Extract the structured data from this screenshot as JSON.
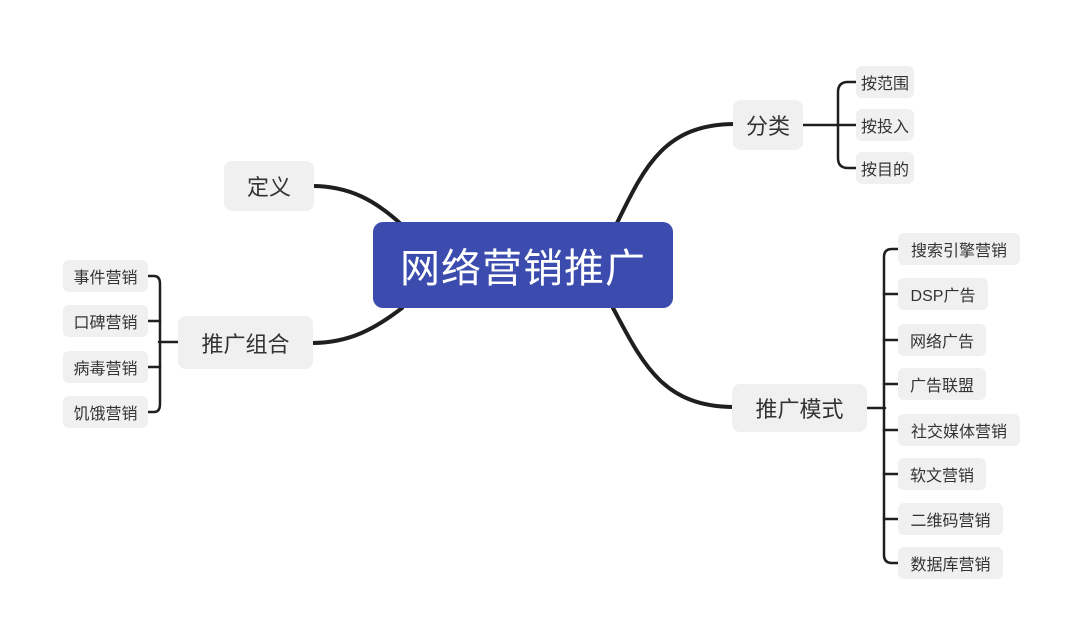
{
  "colors": {
    "central_bg": "#3b4bae",
    "central_text": "#ffffff",
    "node_bg": "#f0f0f0",
    "node_text": "#333333",
    "connector": "#1f1f1f",
    "canvas_bg": "#ffffff"
  },
  "mindmap": {
    "root": {
      "label": "网络营销推广"
    },
    "branches": [
      {
        "label": "定义",
        "children": []
      },
      {
        "label": "分类",
        "children": [
          {
            "label": "按范围"
          },
          {
            "label": "按投入"
          },
          {
            "label": "按目的"
          }
        ]
      },
      {
        "label": "推广组合",
        "children": [
          {
            "label": "事件营销"
          },
          {
            "label": "口碑营销"
          },
          {
            "label": "病毒营销"
          },
          {
            "label": "饥饿营销"
          }
        ]
      },
      {
        "label": "推广模式",
        "children": [
          {
            "label": "搜索引擎营销"
          },
          {
            "label": "DSP广告"
          },
          {
            "label": "网络广告"
          },
          {
            "label": "广告联盟"
          },
          {
            "label": "社交媒体营销"
          },
          {
            "label": "软文营销"
          },
          {
            "label": "二维码营销"
          },
          {
            "label": "数据库营销"
          }
        ]
      }
    ]
  }
}
